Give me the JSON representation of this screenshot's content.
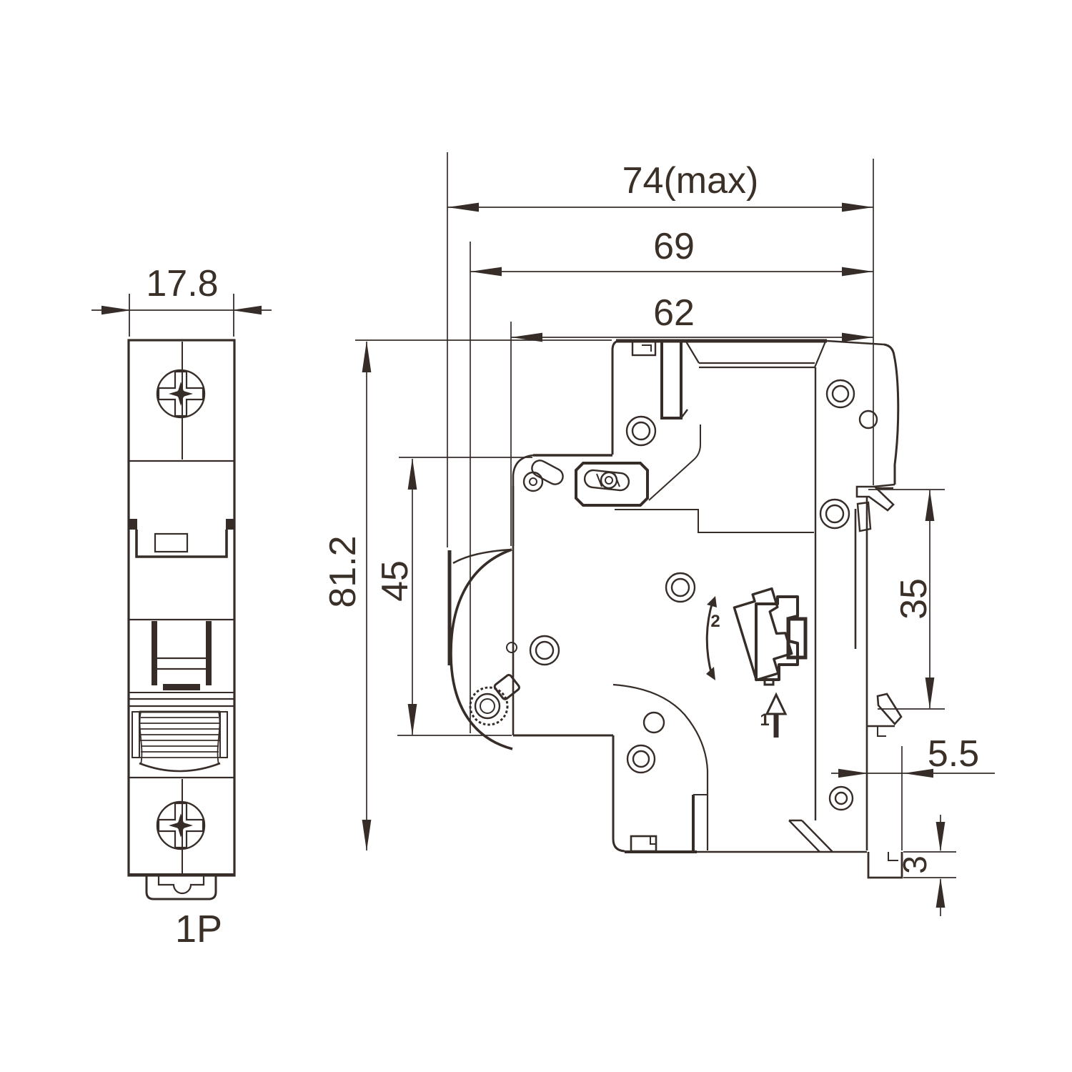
{
  "drawing": {
    "front_view": {
      "width_dim": "17.8",
      "pole_label": "1P"
    },
    "side_view": {
      "depth_max_dim": "74(max)",
      "depth_dim_69": "69",
      "depth_dim_62": "62",
      "height_dim": "81.2",
      "front_height_dim": "45",
      "din_rail_dim": "35",
      "clip_offset_dim": "5.5",
      "clip_foot_dim": "3",
      "mount_step_push": "1",
      "mount_step_rotate": "2"
    },
    "colors": {
      "line": "#362d28",
      "text": "#3a3028",
      "background": "#ffffff"
    }
  }
}
